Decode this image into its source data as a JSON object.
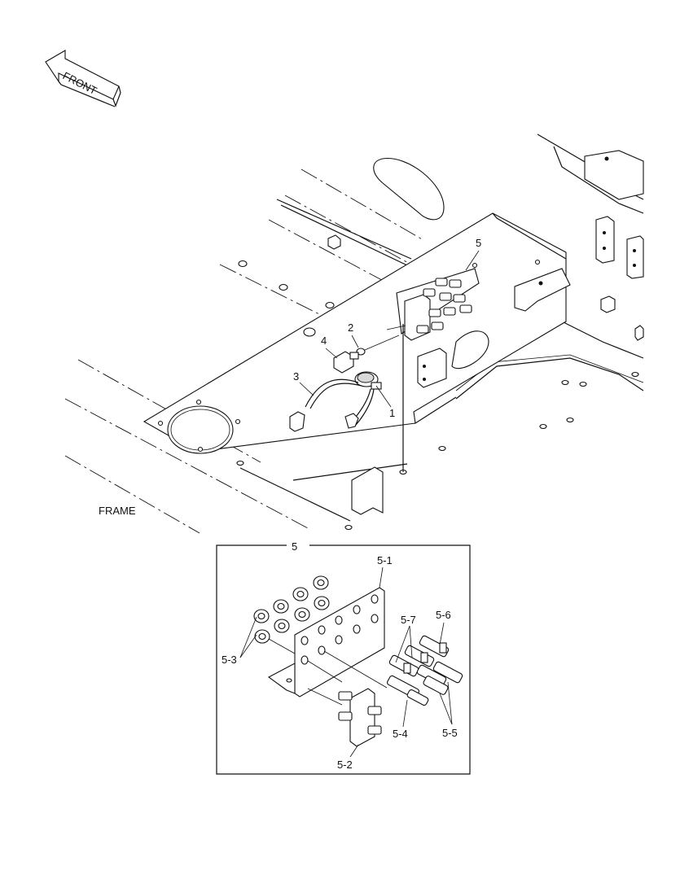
{
  "direction_label": "FRONT",
  "frame_label": "FRAME",
  "detail_title": "5",
  "callouts": {
    "c1": "1",
    "c2": "2",
    "c3": "3",
    "c4": "4",
    "c5": "5",
    "c51": "5-1",
    "c52": "5-2",
    "c53": "5-3",
    "c54": "5-4",
    "c55": "5-5",
    "c56": "5-6",
    "c57": "5-7"
  }
}
